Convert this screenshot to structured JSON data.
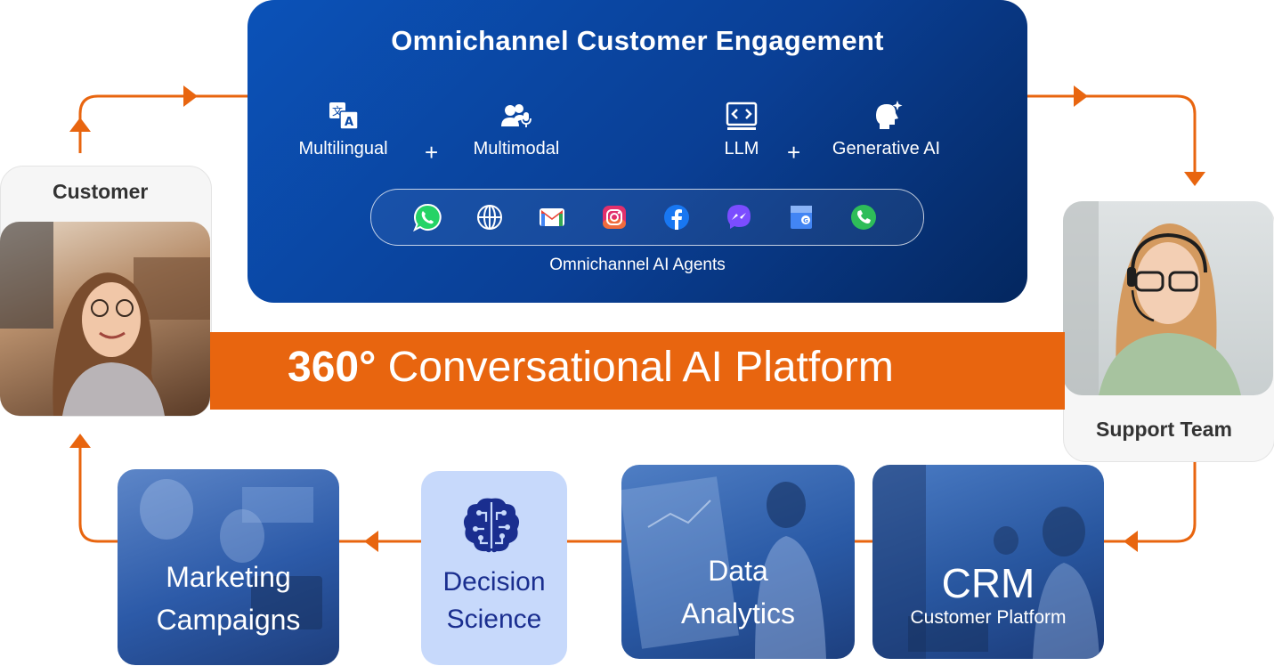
{
  "engagement": {
    "title": "Omnichannel Customer Engagement",
    "features": [
      {
        "label": "Multilingual",
        "icon": "translate-icon"
      },
      {
        "label": "Multimodal",
        "icon": "users-voice-icon"
      },
      {
        "label": "LLM",
        "icon": "code-window-icon"
      },
      {
        "label": "Generative AI",
        "icon": "ai-head-icon"
      }
    ],
    "plus_sign": "+",
    "channels": [
      {
        "icon": "whatsapp-icon",
        "color": "#25d366"
      },
      {
        "icon": "globe-icon",
        "color": "#ffffff"
      },
      {
        "icon": "gmail-icon",
        "color": "#ea4335"
      },
      {
        "icon": "instagram-icon",
        "color": "#e1306c"
      },
      {
        "icon": "facebook-icon",
        "color": "#1877f2"
      },
      {
        "icon": "messenger-icon",
        "color": "#7b4dff"
      },
      {
        "icon": "google-business-icon",
        "color": "#4285f4"
      },
      {
        "icon": "phone-icon",
        "color": "#2ebd59"
      }
    ],
    "agents_label": "Omnichannel AI Agents"
  },
  "platform": {
    "bold": "360°",
    "rest": " Conversational AI Platform"
  },
  "customer": {
    "label": "Customer"
  },
  "support": {
    "label": "Support Team"
  },
  "tiles": {
    "marketing": {
      "line1": "Marketing",
      "line2": "Campaigns"
    },
    "decision": {
      "line1": "Decision",
      "line2": "Science"
    },
    "analytics": {
      "line1": "Data",
      "line2": "Analytics"
    },
    "crm": {
      "title": "CRM",
      "subtitle": "Customer Platform"
    }
  },
  "colors": {
    "orange": "#e8650f",
    "navy": "#0a3f95",
    "decision_bg": "#c7d9fb",
    "decision_text": "#1a2e8f"
  }
}
